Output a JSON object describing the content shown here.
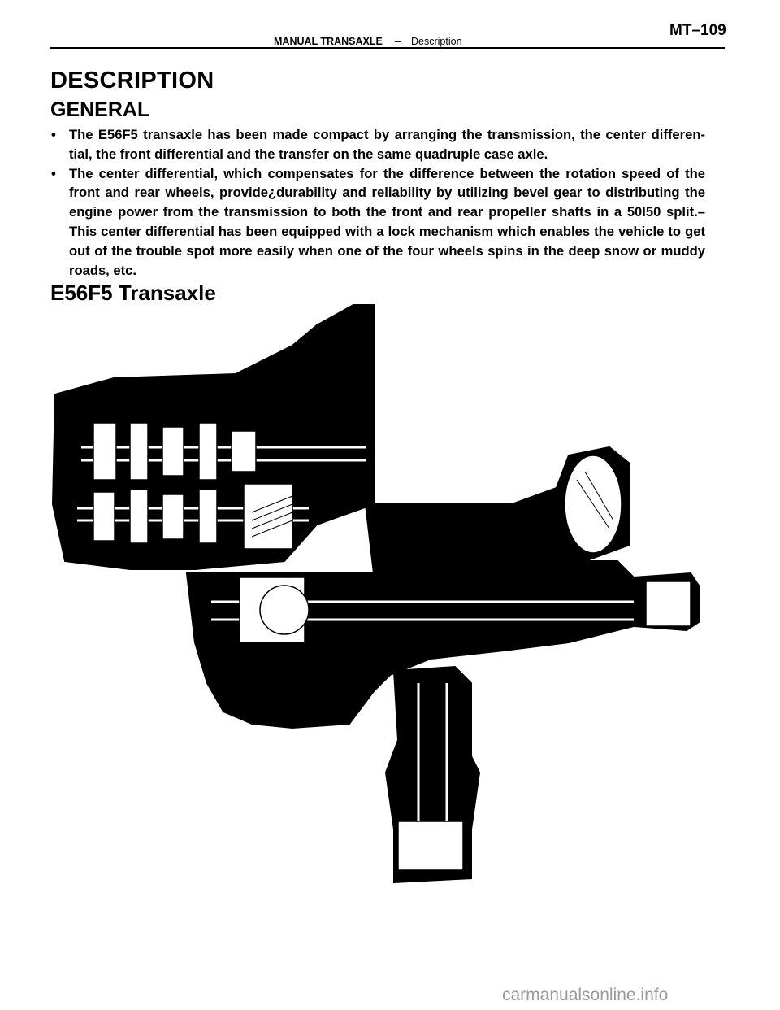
{
  "header": {
    "section": "MANUAL TRANSAXLE",
    "separator": "–",
    "subsection": "Description",
    "page_number": "MT–109"
  },
  "heading": "DESCRIPTION",
  "subheading": "GENERAL",
  "bullet_symbol": "•",
  "bullets": [
    "The E56F5 transaxle has been made compact by arranging the transmission, the center differen-tial, the front differential and the transfer on the same quadruple case axle.",
    "The center differential, which compensates for the difference between the rotation speed of the front and rear wheels, provide¿durability and reliability by utilizing bevel gear to distributing the engine power from the transmission to both the front and rear propeller shafts in a 50l50 split.– This center differential has been equipped with a lock mechanism which enables the vehicle to get out of the trouble spot more easily when one of the four wheels spins in the deep snow or muddy roads, etc."
  ],
  "figure": {
    "title": "E56F5 Transaxle",
    "illustration": "transaxle-cutaway"
  },
  "watermark": "carmanualsonline.info"
}
